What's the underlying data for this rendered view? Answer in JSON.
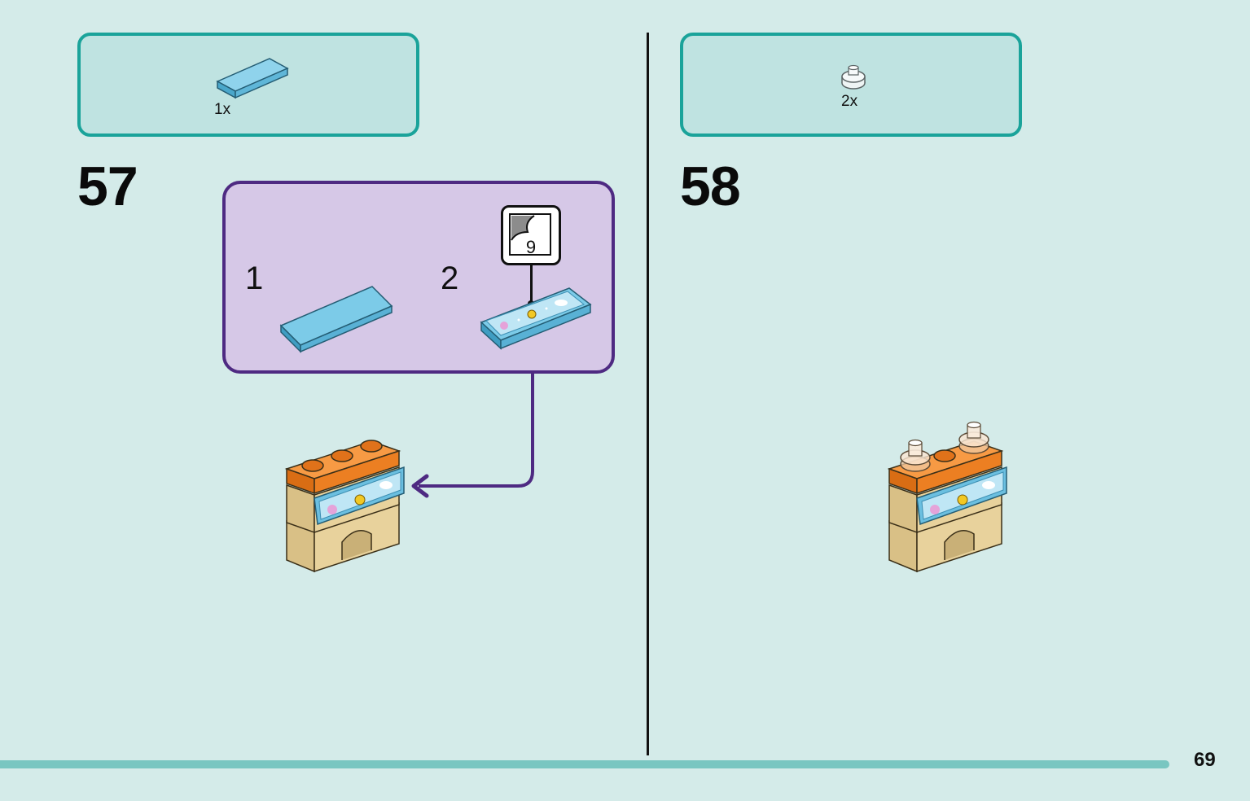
{
  "steps": [
    {
      "number": "57",
      "parts": [
        {
          "quantity": "1x",
          "piece": "flat-tile-light-blue-icon"
        }
      ],
      "subassembly": {
        "substeps": [
          {
            "number": "1",
            "piece": "flat-tile-light-blue-icon"
          },
          {
            "number": "2",
            "piece": "printed-tile-icon"
          }
        ],
        "sticker": {
          "number": "9",
          "icon": "sticker-sheet-icon"
        }
      }
    },
    {
      "number": "58",
      "parts": [
        {
          "quantity": "2x",
          "piece": "transparent-round-stud-icon"
        }
      ]
    }
  ],
  "page_number": "69",
  "colors": {
    "background": "#d4ebe9",
    "parts_border": "#1aa39a",
    "subassembly_border": "#4e2a82",
    "subassembly_fill": "#d6c8e7",
    "tile_blue": "#66c1e0",
    "brick_orange": "#f5872a",
    "brick_tan": "#e3cd95"
  }
}
